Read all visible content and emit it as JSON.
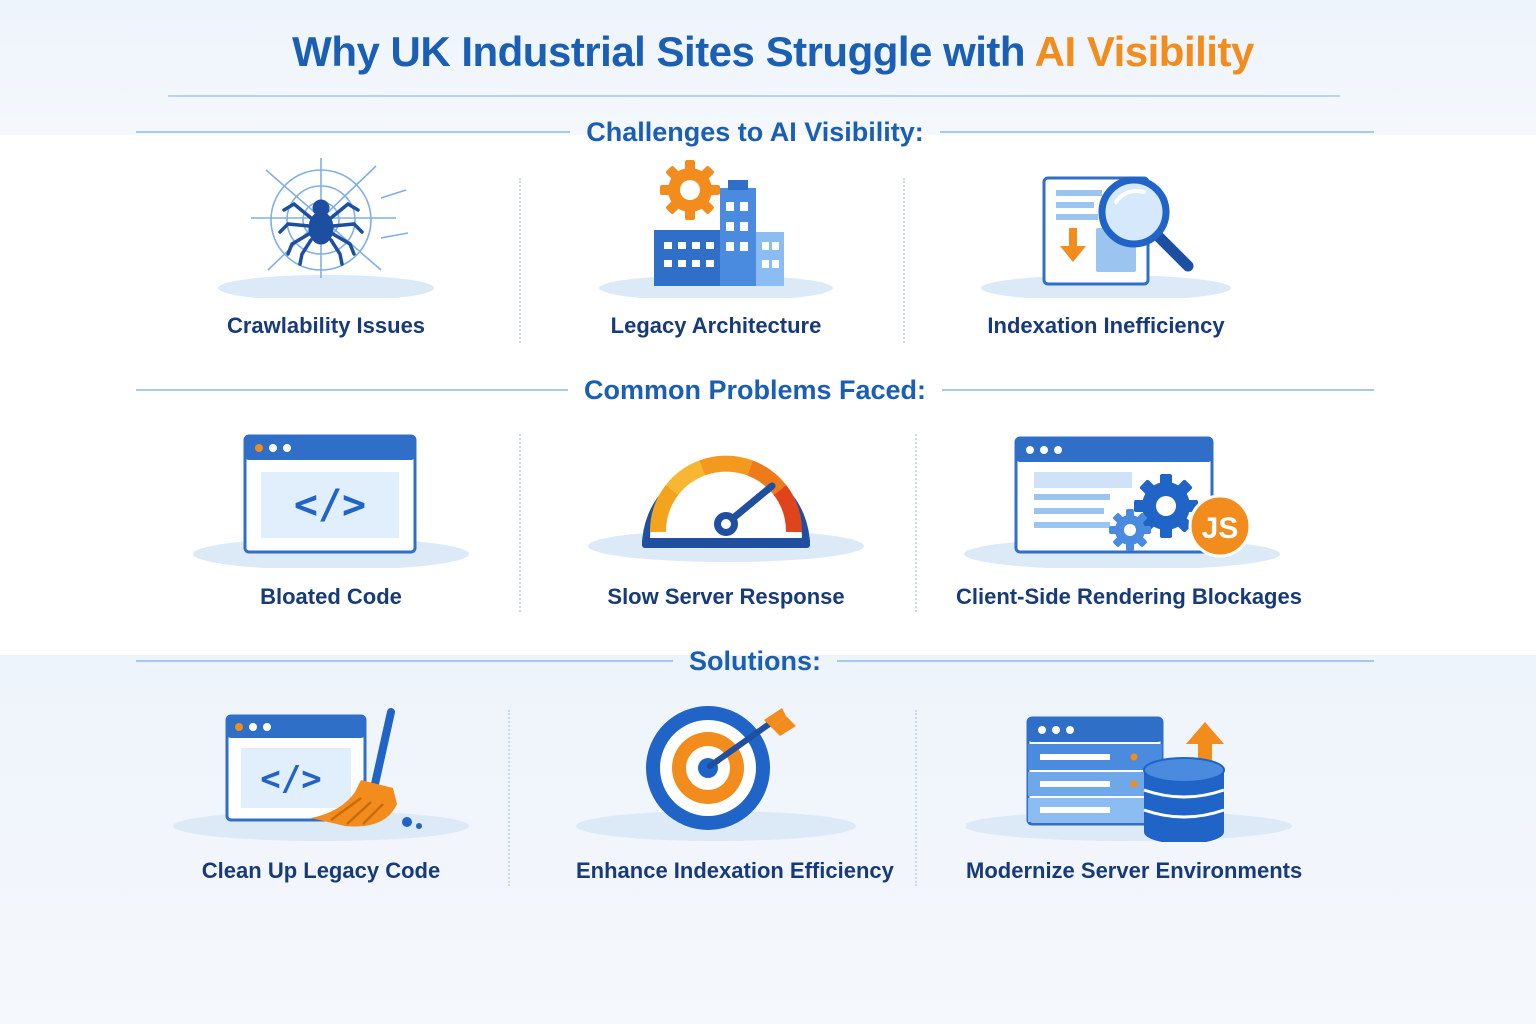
{
  "header": {
    "title_main": "Why UK Industrial Sites Struggle with ",
    "title_accent": "AI Visibility"
  },
  "sections": [
    {
      "heading": "Challenges to AI Visibility:",
      "items": [
        {
          "label": "Crawlability Issues",
          "icon": "spider-web-icon"
        },
        {
          "label": "Legacy Architecture",
          "icon": "buildings-gear-icon"
        },
        {
          "label": "Indexation Inefficiency",
          "icon": "document-magnifier-icon"
        }
      ]
    },
    {
      "heading": "Common Problems Faced:",
      "items": [
        {
          "label": "Bloated Code",
          "icon": "code-window-icon"
        },
        {
          "label": "Slow Server Response",
          "icon": "speedometer-icon"
        },
        {
          "label": "Client-Side Rendering Blockages",
          "icon": "browser-gears-js-icon"
        }
      ]
    },
    {
      "heading": "Solutions:",
      "items": [
        {
          "label": "Clean Up Legacy Code",
          "icon": "code-broom-icon"
        },
        {
          "label": "Enhance Indexation Efficiency",
          "icon": "target-arrow-icon"
        },
        {
          "label": "Modernize Server Environments",
          "icon": "server-database-icon"
        }
      ]
    }
  ],
  "icon_badges": {
    "js": "JS",
    "code": "</>"
  },
  "colors": {
    "primary_blue": "#1a5fb4",
    "dark_blue": "#173a7a",
    "accent_orange": "#f28c1c",
    "light_blue": "#6fa8e8"
  }
}
